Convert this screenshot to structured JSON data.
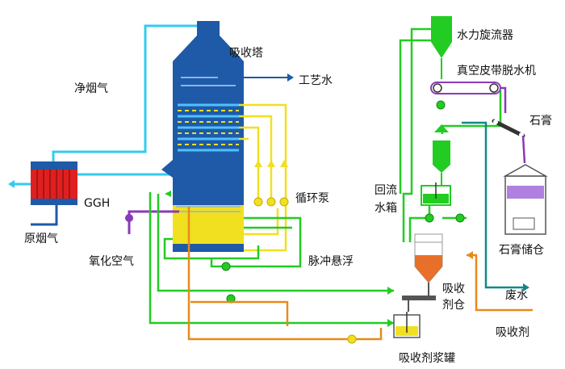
{
  "labels": {
    "absorber_tower": "吸收塔",
    "clean_flue_gas": "净烟气",
    "process_water": "工艺水",
    "ggh": "GGH",
    "raw_flue_gas": "原烟气",
    "circulation_pump": "循环泵",
    "oxidation_air": "氧化空气",
    "pulse_suspension": "脉冲悬浮",
    "hydrocyclone": "水力旋流器",
    "vacuum_belt_dewaterer": "真空皮带脱水机",
    "gypsum": "石膏",
    "return_water_tank_1": "回流",
    "return_water_tank_2": "水箱",
    "gypsum_silo": "石膏储仓",
    "waste_water": "废水",
    "absorbent_silo_1": "吸收",
    "absorbent_silo_2": "剂仓",
    "absorbent": "吸收剂",
    "absorbent_slurry_tank": "吸收剂浆罐"
  },
  "colors": {
    "flue_gas": "#33ccee",
    "process_water": "#1e5aa8",
    "slurry_green": "#22cc22",
    "circulation_yellow": "#f0e020",
    "oxidation_air": "#8a3ab8",
    "absorbent_orange": "#e88a1a",
    "waste_water": "#118888",
    "tower_blue": "#1e5aa8",
    "ggh_red": "#e02020"
  }
}
